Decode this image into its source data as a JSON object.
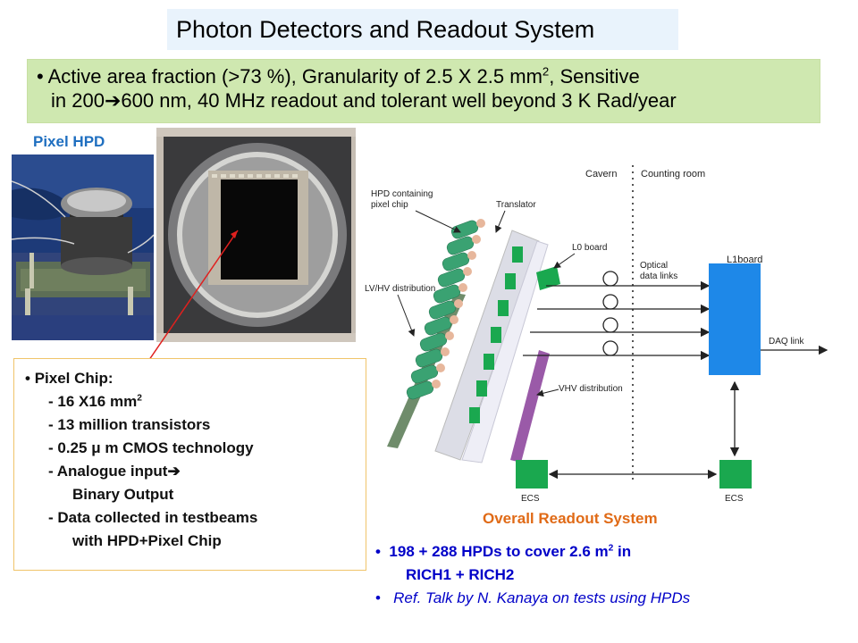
{
  "title": "Photon Detectors and Readout System",
  "intro": {
    "line1_a": "Active area fraction (>73 %), Granularity of 2.5 X 2.5 mm",
    "line1_sup": "2",
    "line1_b": ", Sensitive",
    "line2_a": "in 200",
    "line2_arrow": "➔",
    "line2_b": "600 nm, 40 MHz readout and tolerant well beyond 3 K Rad/year"
  },
  "pixel_hpd_caption": "Pixel HPD",
  "chip_box": {
    "heading": "Pixel Chip:",
    "item1_a": "- 16 X16 mm",
    "item1_sup": "2",
    "item2": "- 13 million transistors",
    "item3": "- 0.25 μ m CMOS technology",
    "item4_a": "- Analogue input",
    "item4_arrow": "➔",
    "item4_b": "Binary Output",
    "item5_a": "- Data collected in testbeams",
    "item5_b": "with  HPD+Pixel Chip"
  },
  "diagram": {
    "cavern": "Cavern",
    "counting_room": "Counting room",
    "hpd_label_1": "HPD containing",
    "hpd_label_2": "pixel chip",
    "translator": "Translator",
    "l0_board": "L0 board",
    "optical_1": "Optical",
    "optical_2": "data links",
    "l1_board": "L1board",
    "lvhv": "LV/HV distribution",
    "daq": "DAQ link",
    "vhv": "VHV distribution",
    "ecs_left": "ECS",
    "ecs_right": "ECS",
    "colors": {
      "green": "#1aa84f",
      "blue": "#1e88e8",
      "purple": "#9a5aa8",
      "gray_green": "#6f8c6b"
    }
  },
  "readout_caption": "Overall Readout System",
  "bullets": {
    "b1_a": "198 + 288 HPDs to cover  2.6 m",
    "b1_sup": "2",
    "b1_b": " in",
    "b1_c": "RICH1 + RICH2",
    "b2": "Ref. Talk by N. Kanaya on tests using HPDs"
  }
}
